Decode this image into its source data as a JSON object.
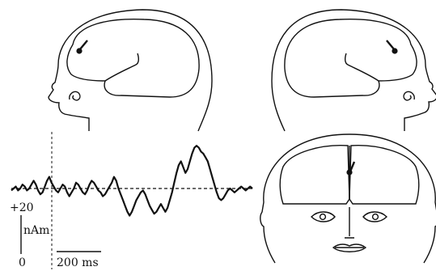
{
  "labels": {
    "amplitude_top": "+20",
    "amplitude_unit": "nAm",
    "amplitude_zero": "0",
    "time_scale": "200 ms"
  },
  "colors": {
    "ink": "#111111",
    "background": "#ffffff"
  },
  "waveform": {
    "baseline_nAm": 0,
    "scale_bar_nAm": 20,
    "scale_bar_ms": 200,
    "samples_nAm": [
      -1,
      0,
      1,
      -1,
      0,
      2,
      1,
      -1,
      0,
      2,
      4,
      2,
      -1,
      -3,
      -2,
      1,
      4,
      6,
      3,
      1,
      -1,
      -2,
      0,
      2,
      1,
      -2,
      -4,
      -2,
      0,
      3,
      2,
      0,
      -2,
      -3,
      -1,
      2,
      4,
      3,
      1,
      -1,
      -2,
      -4,
      -3,
      -1,
      1,
      3,
      6,
      4,
      0,
      -3,
      -6,
      -9,
      -12,
      -14,
      -12,
      -9,
      -6,
      -4,
      -2,
      -1,
      -3,
      -6,
      -9,
      -11,
      -13,
      -12,
      -10,
      -8,
      -10,
      -12,
      -10,
      -6,
      -2,
      3,
      8,
      12,
      14,
      11,
      8,
      10,
      14,
      18,
      21,
      22,
      21,
      19,
      18,
      16,
      14,
      10,
      6,
      2,
      -2,
      -5,
      -6,
      -5,
      -3,
      -1,
      0,
      -1,
      -2,
      -1,
      0,
      1,
      0,
      -1,
      0,
      1,
      0
    ]
  }
}
